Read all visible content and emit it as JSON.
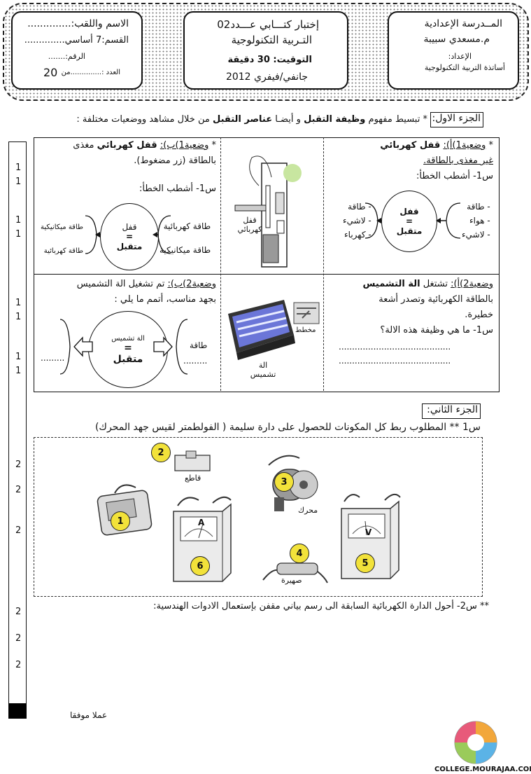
{
  "header": {
    "right": {
      "line1": "المــدرسة الإعدادية",
      "line2": "م.مسعدي  سبيبة",
      "line3": "الإعداد:",
      "line4": "أساتذة التربية التكنولوجية"
    },
    "center": {
      "line1": "إختبار  كتـــابي  عـــدد02",
      "line2": "التـربية التكنولوجية",
      "duration": "التوقيت: 30 دقيقة",
      "date": "جانفي/فيفري 2012"
    },
    "left": {
      "name": "الاسم واللقب:..............",
      "class": "القسم:7 أساسي..............",
      "number": "الرقم:.......",
      "grade_label": "العدد :..............من",
      "grade_total": "20"
    }
  },
  "part1": {
    "title": "الجزء الاول:",
    "intro_pre": "* تبسيط مفهوم ",
    "intro_b1": "وظيفة التقبل",
    "intro_mid": " و أيضـا ",
    "intro_b2": "عناصر التقبل",
    "intro_post": " من خلال مشاهد ووضعيات مختلفة :",
    "s1a": {
      "label": "وضعية1)أ):",
      "title": "قفل كهربائي",
      "line2": "غير مغذى بالطاقة.",
      "q": "س1- أشطب الخطأ:",
      "inputs": [
        "- طاقة",
        "- هواء",
        "- لاشيء"
      ],
      "outputs": [
        "- طاقة",
        "- لاشيء",
        "- كهرباء"
      ],
      "oval_top": "قفل",
      "oval_eq": "=",
      "oval_bot": "متقبل"
    },
    "lock_caption": "قفل\nكهربائي",
    "s1b": {
      "label": "وضعية1)ب):",
      "title": "قفل كهربائي",
      "rest": " مغذى",
      "line2": "بالطاقة (زر مضغوط).",
      "q": "س1- أشطب الخطأ:",
      "inputs": [
        "طاقة كهربائية",
        "طاقة ميكانيكية"
      ],
      "outputs": [
        "طاقة ميكانيكية",
        "طاقة كهربائية"
      ],
      "oval_top": "قفل",
      "oval_eq": "=",
      "oval_bot": "متقبل"
    },
    "s2a": {
      "label": "وضعية2)أ):",
      "text": " تشتغل ",
      "title": "الة التشميس",
      "line2": "بالطاقة الكهربائية وتصدر أشعة",
      "line3": "خطيرة.",
      "q": "س1- ما هي وظيفة هذه الالة؟",
      "dots1": "..........................................",
      "dots2": ".........................................."
    },
    "lamp": {
      "caption": "الة\nتشميس",
      "symbol": "مخطط"
    },
    "s2b": {
      "label": "وضعية2)ب):",
      "text": " تم تشغيل  الة التشميس",
      "line2": "بجهد مناسب، أتمم ما يلي :",
      "input": "طاقة\n.........",
      "output": ".........",
      "oval_top": "الة تشميس",
      "oval_eq": "=",
      "oval_bot": "متقبل"
    }
  },
  "part2": {
    "title": "الجزء الثاني:",
    "q1": "س1 **  المطلوب ربط كل المكونات للحصول على دارة سليمة ( الفولطمتر لقيس جهد المحرك)",
    "items": [
      {
        "n": "1",
        "name": ""
      },
      {
        "n": "2",
        "name": "قاطع"
      },
      {
        "n": "3",
        "name": "محرك"
      },
      {
        "n": "4",
        "name": "صهيرة"
      },
      {
        "n": "5",
        "name": "V"
      },
      {
        "n": "6",
        "name": "A"
      }
    ],
    "q2": "** س2- أحول الدارة الكهربائية السابقة الى رسم بياني مقفن بإستعمال الادوات الهندسية:"
  },
  "scores": [
    "1",
    "1",
    "1",
    "1",
    "1",
    "1",
    "1",
    "1",
    "2",
    "2",
    "2",
    "2",
    "2",
    "2"
  ],
  "footer": {
    "closing": "عملا موفقا",
    "site": "COLLEGE.MOURAJAA.COM"
  }
}
